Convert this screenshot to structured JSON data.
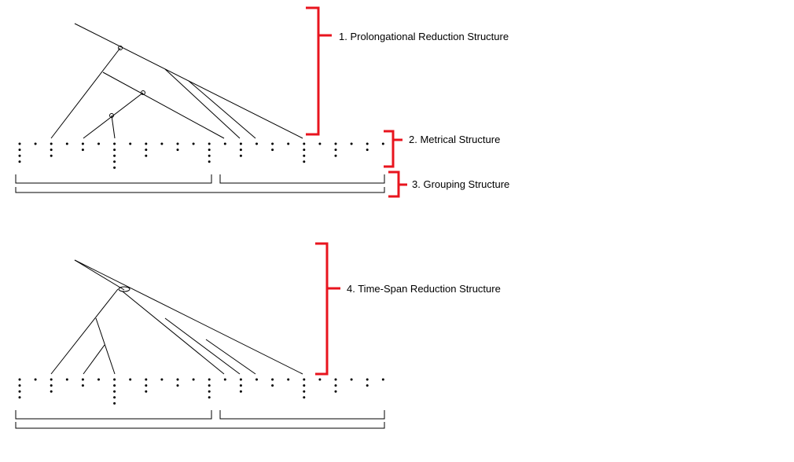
{
  "labels": {
    "prolongational": "1. Prolongational Reduction Structure",
    "metrical": "2. Metrical Structure",
    "grouping": "3. Grouping Structure",
    "timespan": "4. Time-Span Reduction Structure"
  },
  "colors": {
    "bracket": "#e8141e",
    "ink": "#000000",
    "background": "#ffffff"
  },
  "metrical_pattern": [
    4,
    1,
    3,
    1,
    2,
    1,
    5,
    1,
    3,
    1,
    2,
    1,
    4,
    1,
    3,
    1,
    2,
    1,
    4,
    1,
    3,
    1,
    2,
    1
  ]
}
